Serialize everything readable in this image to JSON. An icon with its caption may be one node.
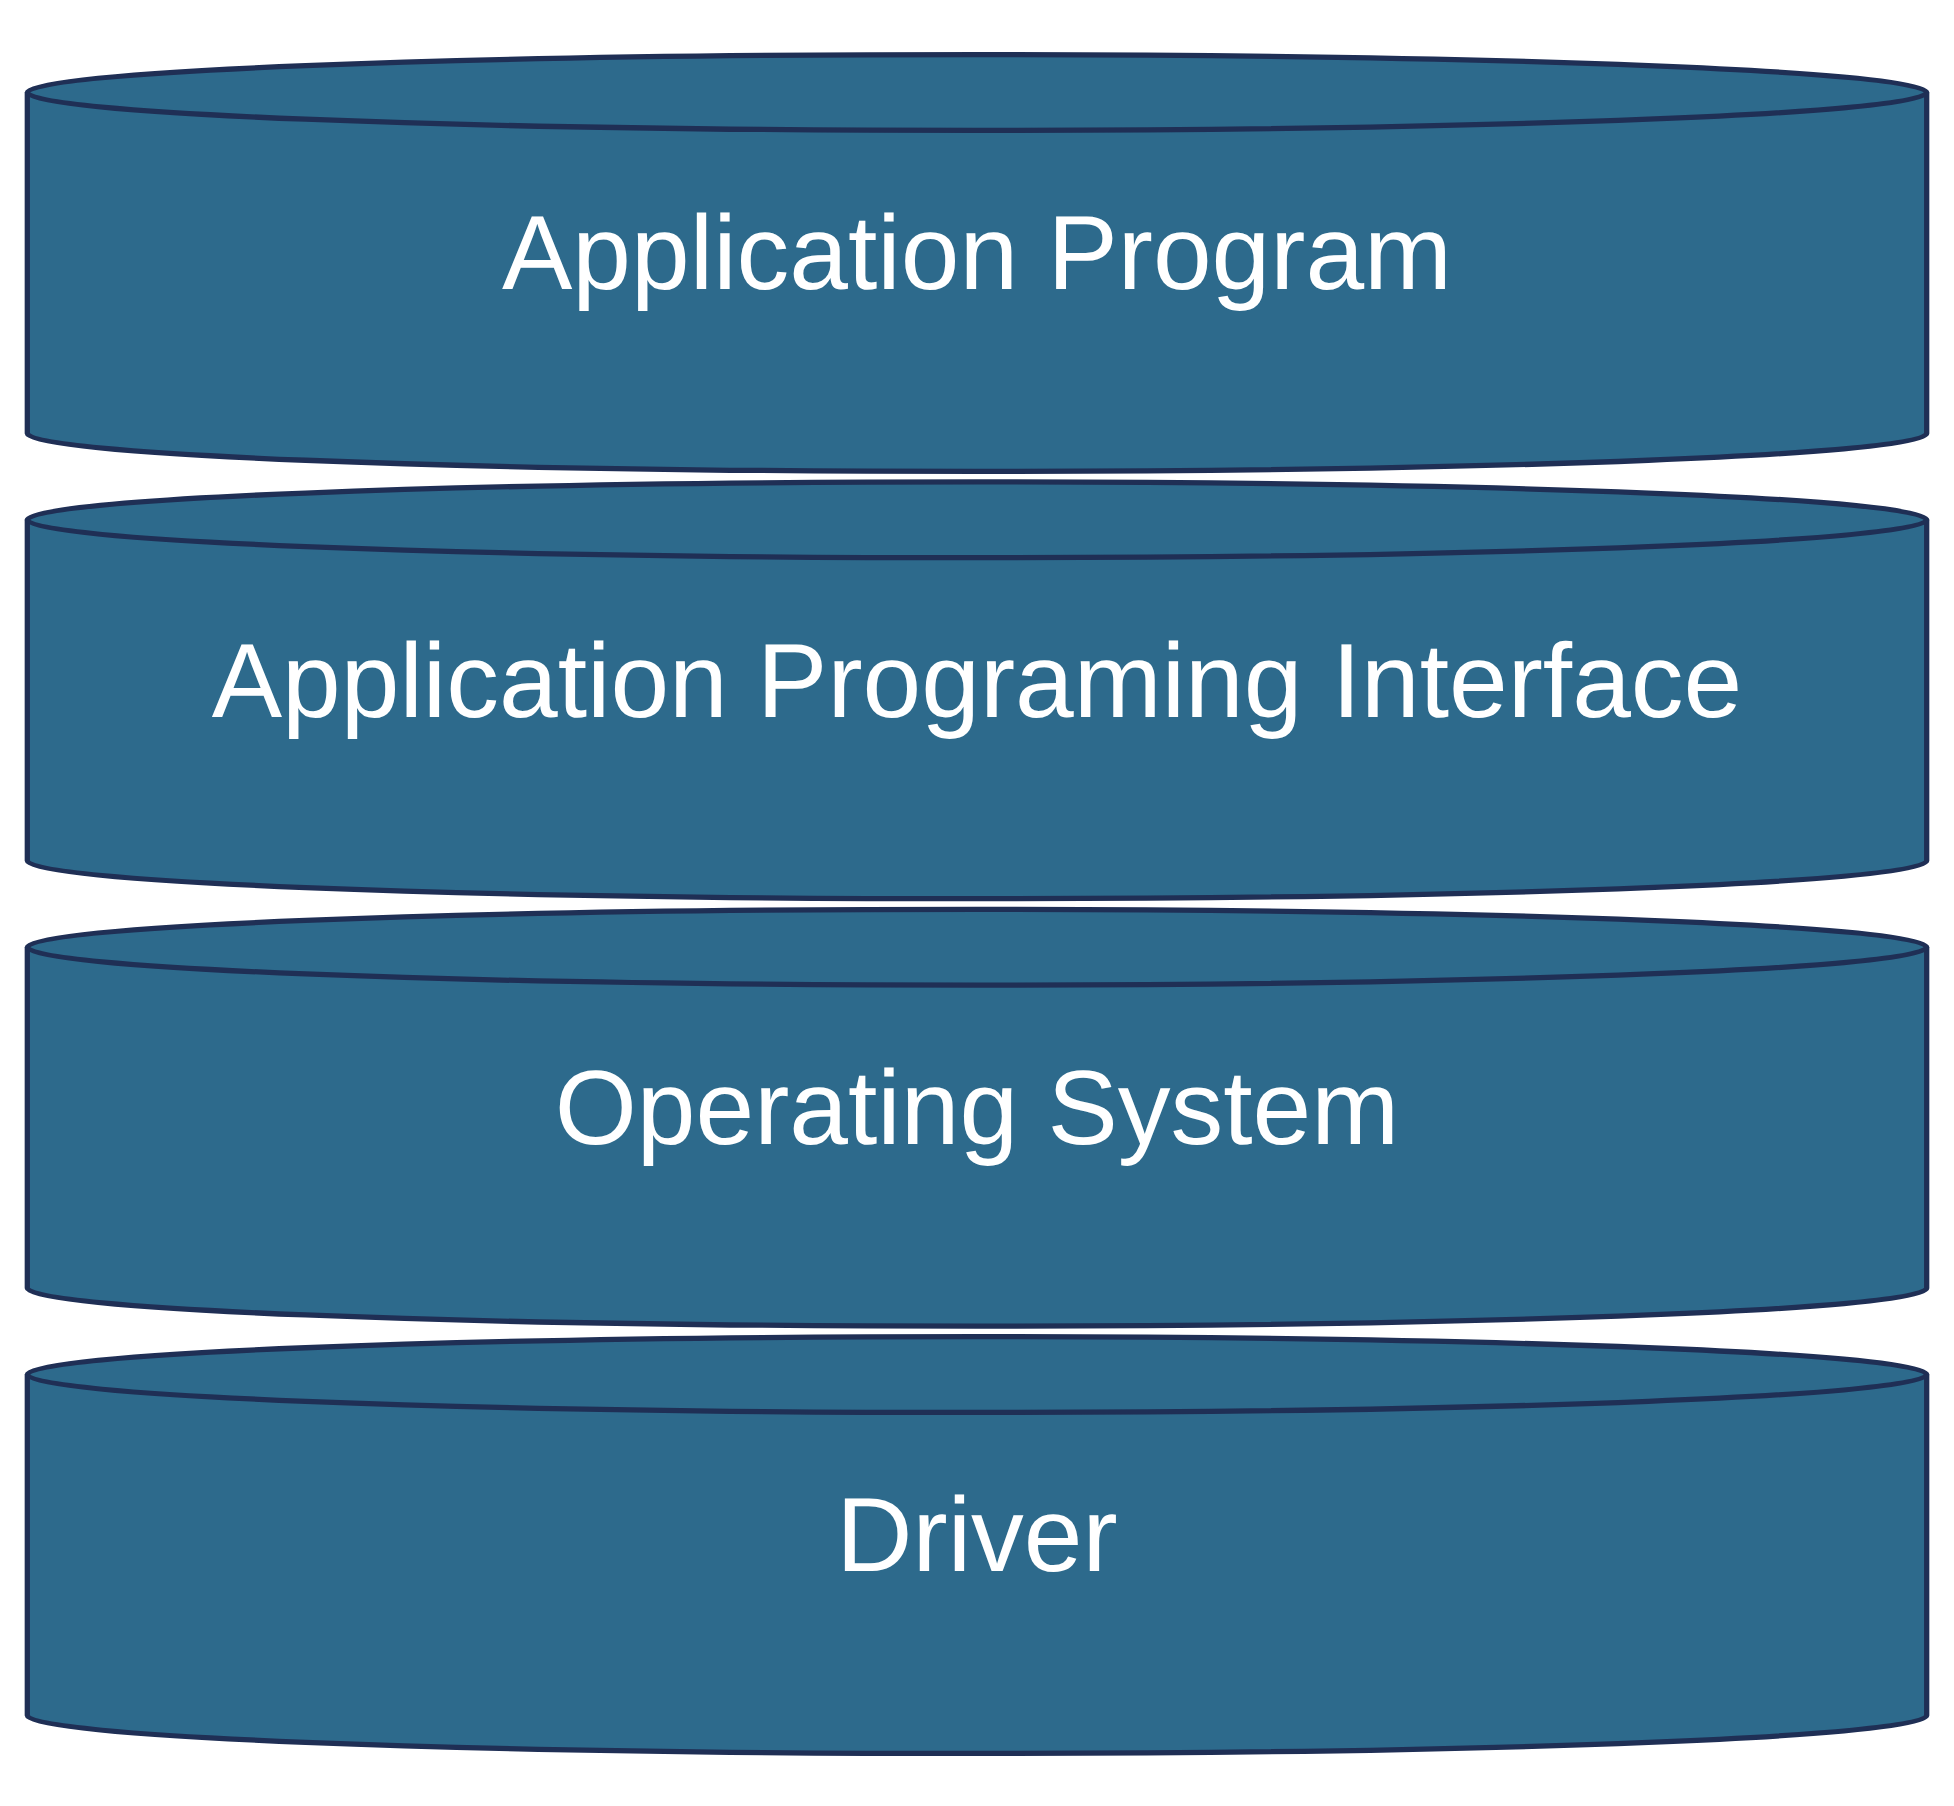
{
  "diagram": {
    "nodes": [
      {
        "text": [
          "Application Program"
        ]
      },
      {
        "text": [
          "Application Programing Interface"
        ]
      },
      {
        "text": [
          "Operating System"
        ]
      },
      {
        "text": [
          "Driver"
        ]
      }
    ]
  }
}
